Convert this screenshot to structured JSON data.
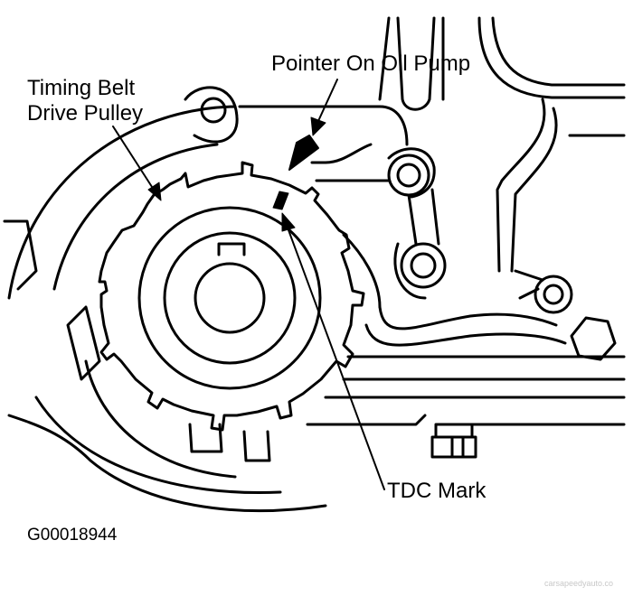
{
  "labels": {
    "pointer": "Pointer On Oil Pump",
    "timing_line1": "Timing Belt",
    "timing_line2": "Drive Pulley",
    "tdc": "TDC Mark"
  },
  "figure_id": "G00018944",
  "watermark": "carsapeedyauto.co",
  "colors": {
    "ink": "#000000",
    "paper": "#ffffff"
  }
}
